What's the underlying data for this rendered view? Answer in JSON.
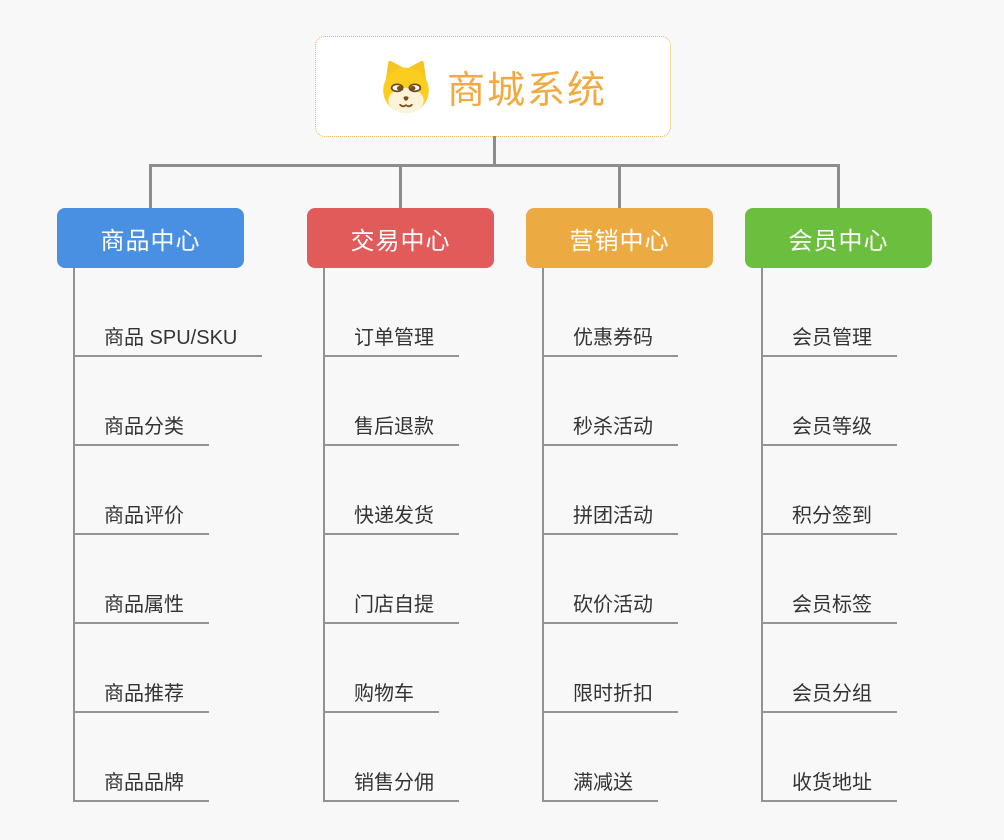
{
  "canvas": {
    "background": "#f8f8f8",
    "connector_color": "#8d8d8d"
  },
  "root": {
    "title": "商城系统",
    "icon": "doge-icon",
    "text_color": "#f2aa3f",
    "border_color": "#f3ae43"
  },
  "branches": [
    {
      "id": "product-center",
      "label": "商品中心",
      "color": "#4a90e2",
      "items": [
        "商品 SPU/SKU",
        "商品分类",
        "商品评价",
        "商品属性",
        "商品推荐",
        "商品品牌"
      ]
    },
    {
      "id": "trade-center",
      "label": "交易中心",
      "color": "#e15b5b",
      "items": [
        "订单管理",
        "售后退款",
        "快递发货",
        "门店自提",
        "购物车",
        "销售分佣"
      ]
    },
    {
      "id": "marketing-center",
      "label": "营销中心",
      "color": "#ecab42",
      "items": [
        "优惠券码",
        "秒杀活动",
        "拼团活动",
        "砍价活动",
        "限时折扣",
        "满减送"
      ]
    },
    {
      "id": "member-center",
      "label": "会员中心",
      "color": "#6cbe3f",
      "items": [
        "会员管理",
        "会员等级",
        "积分签到",
        "会员标签",
        "会员分组",
        "收货地址"
      ]
    }
  ]
}
